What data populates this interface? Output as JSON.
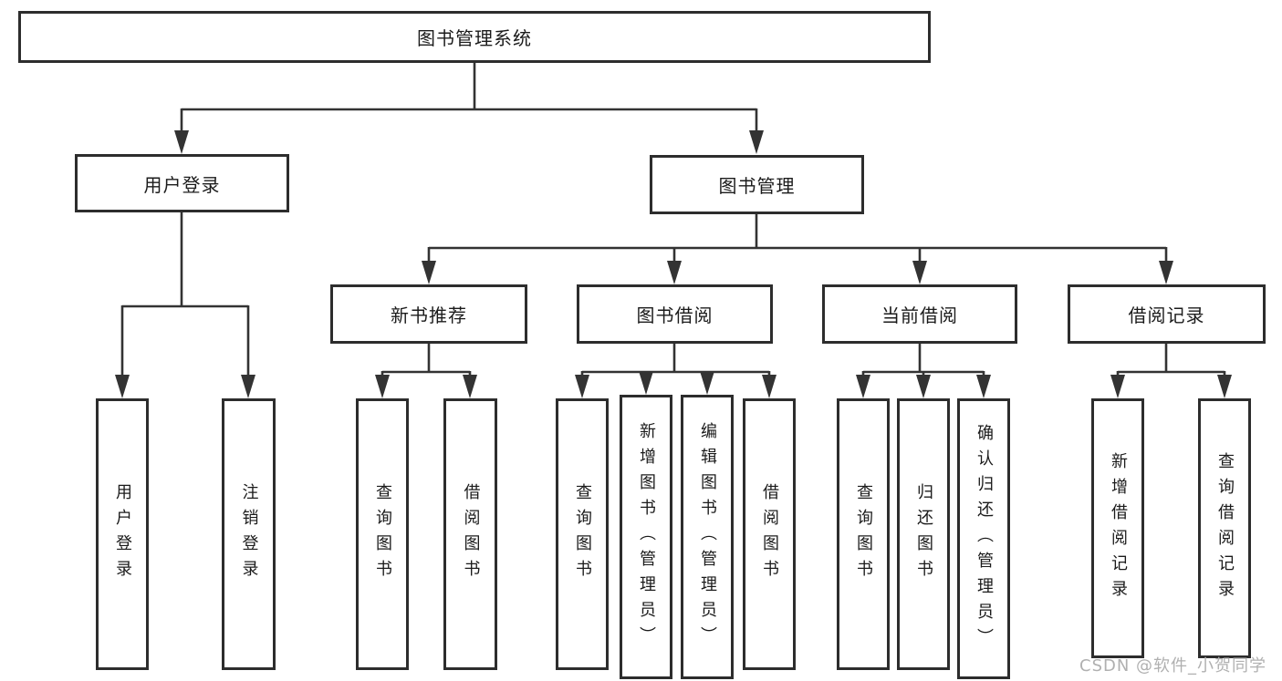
{
  "diagram_type": "hierarchy-tree",
  "tree": {
    "label": "图书管理系统",
    "children": [
      {
        "label": "用户登录",
        "children": [
          {
            "label": "用户登录"
          },
          {
            "label": "注销登录"
          }
        ]
      },
      {
        "label": "图书管理",
        "children": [
          {
            "label": "新书推荐",
            "children": [
              {
                "label": "查询图书"
              },
              {
                "label": "借阅图书"
              }
            ]
          },
          {
            "label": "图书借阅",
            "children": [
              {
                "label": "查询图书"
              },
              {
                "label": "新增图书（管理员）"
              },
              {
                "label": "编辑图书（管理员）"
              },
              {
                "label": "借阅图书"
              }
            ]
          },
          {
            "label": "当前借阅",
            "children": [
              {
                "label": "查询图书"
              },
              {
                "label": "归还图书"
              },
              {
                "label": "确认归还（管理员）"
              }
            ]
          },
          {
            "label": "借阅记录",
            "children": [
              {
                "label": "新增借阅记录"
              },
              {
                "label": "查询借阅记录"
              }
            ]
          }
        ]
      }
    ]
  },
  "watermark": "CSDN @软件_小贺同学",
  "colors": {
    "line": "#333333",
    "box_border": "#2d2d2d",
    "text": "#1b1b1b",
    "watermark": "#b0b0b0",
    "background": "#ffffff"
  }
}
